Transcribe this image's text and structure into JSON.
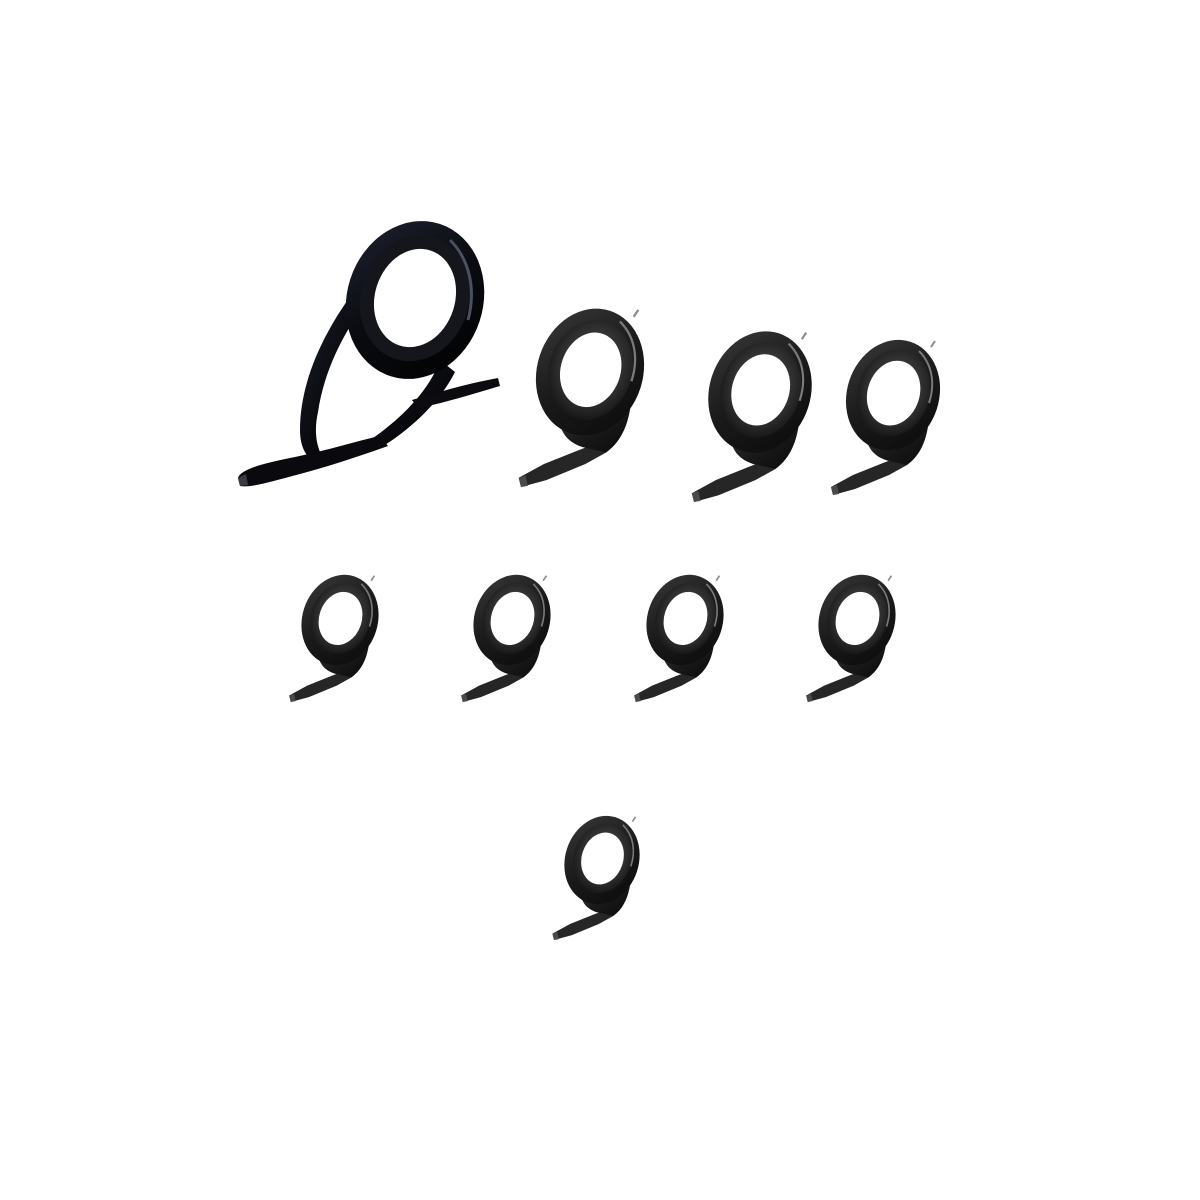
{
  "background_color": "#ffffff",
  "guide_color": "#1a1a1a",
  "ring_insert_color": "#2e2e2e",
  "product_set": {
    "count": 9,
    "items": [
      {
        "kind": "double-foot-stripper-guide",
        "color": "#0b0b0d"
      },
      {
        "kind": "single-foot-guide",
        "color": "#1c1c1c"
      },
      {
        "kind": "single-foot-guide",
        "color": "#1c1c1c"
      },
      {
        "kind": "single-foot-guide",
        "color": "#1c1c1c"
      },
      {
        "kind": "single-foot-guide",
        "color": "#1c1c1c"
      },
      {
        "kind": "single-foot-guide",
        "color": "#1c1c1c"
      },
      {
        "kind": "single-foot-guide",
        "color": "#1c1c1c"
      },
      {
        "kind": "single-foot-guide",
        "color": "#1c1c1c"
      },
      {
        "kind": "single-foot-guide",
        "color": "#1c1c1c"
      }
    ]
  }
}
